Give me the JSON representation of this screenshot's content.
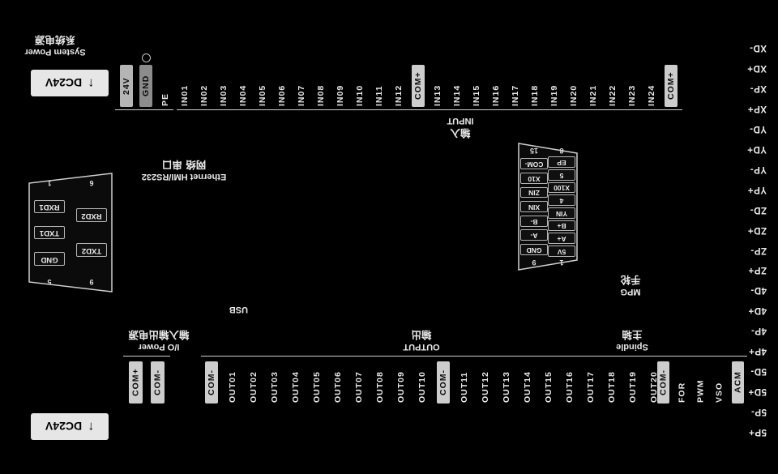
{
  "colors": {
    "background": "#000000",
    "text": "#e8e8e8",
    "highlight_box": "#cdcdcd",
    "dc_badge": "#e6e6e6"
  },
  "power_icon": "↑",
  "usb_label": "USB",
  "axis_terminals": [
    "XD-",
    "XD+",
    "XP-",
    "XP+",
    "YD-",
    "YD+",
    "YP-",
    "YP+",
    "ZD-",
    "ZD+",
    "ZP-",
    "ZP+",
    "4D-",
    "4D+",
    "4P-",
    "4P+",
    "5D-",
    "5D+",
    "5P-",
    "5P+"
  ],
  "system_power": {
    "title_en": "System Power",
    "title_cn": "系统电源",
    "dc_label": "DC24V"
  },
  "io_power": {
    "title_en": "I/O Power",
    "title_cn": "输入输出电源",
    "dc_label": "DC24V",
    "pins": [
      {
        "label": "COM+",
        "style": "hl"
      },
      {
        "label": "COM-",
        "style": "hl"
      }
    ]
  },
  "input_section": {
    "header_cn": "输入",
    "header_en": "INPUT",
    "pins": [
      {
        "label": "24V",
        "style": "p24"
      },
      {
        "label": "GND",
        "style": "pgnd"
      },
      "PE",
      "IN01",
      "IN02",
      "IN03",
      "IN04",
      "IN05",
      "IN06",
      "IN07",
      "IN08",
      "IN09",
      "IN10",
      "IN11",
      "IN12",
      {
        "label": "COM+",
        "style": "hl"
      },
      "IN13",
      "IN14",
      "IN15",
      "IN16",
      "IN17",
      "IN18",
      "IN19",
      "IN20",
      "IN21",
      "IN22",
      "IN23",
      "IN24",
      {
        "label": "COM+",
        "style": "hl"
      }
    ]
  },
  "output_section": {
    "header_en": "OUTPUT",
    "header_cn": "输出",
    "pins": [
      {
        "label": "COM-",
        "style": "hl"
      },
      "OUT01",
      "OUT02",
      "OUT03",
      "OUT04",
      "OUT05",
      "OUT06",
      "OUT07",
      "OUT08",
      "OUT09",
      "OUT10",
      {
        "label": "COM-",
        "style": "hl"
      },
      "OUT11",
      "OUT12",
      "OUT13",
      "OUT14",
      "OUT15",
      "OUT16",
      "OUT17",
      "OUT18",
      "OUT19",
      "OUT20"
    ]
  },
  "spindle_section": {
    "header_en": "Spindle",
    "header_cn": "主轴",
    "pins": [
      {
        "label": "COM-",
        "style": "hl"
      },
      "FOR",
      "PWM",
      "VSO",
      {
        "label": "ACM",
        "style": "hl"
      }
    ]
  },
  "mpg": {
    "label_en": "MPG",
    "label_cn": "手轮",
    "col_a": [
      {
        "label": "15",
        "style": "num"
      },
      "COM-",
      "X10",
      "ZIN",
      "XIN",
      "B-",
      "A-",
      "GND",
      {
        "label": "9",
        "style": "num"
      }
    ],
    "col_b": [
      {
        "label": "8",
        "style": "num"
      },
      "EP",
      "5",
      "X100",
      "4",
      "YIN",
      "B+",
      "A+",
      "5V",
      {
        "label": "1",
        "style": "num"
      }
    ]
  },
  "serial_port": {
    "label_en": "Ethernet HMI/RS232",
    "label_cn": "网络 串口",
    "col_a": [
      {
        "label": "1",
        "style": "num"
      },
      "RXD1",
      "TXD1",
      "GND",
      {
        "label": "5",
        "style": "num"
      }
    ],
    "col_b": [
      {
        "label": "6",
        "style": "num"
      },
      "RXD2",
      "TXD2",
      {
        "label": "9",
        "style": "num"
      }
    ]
  }
}
